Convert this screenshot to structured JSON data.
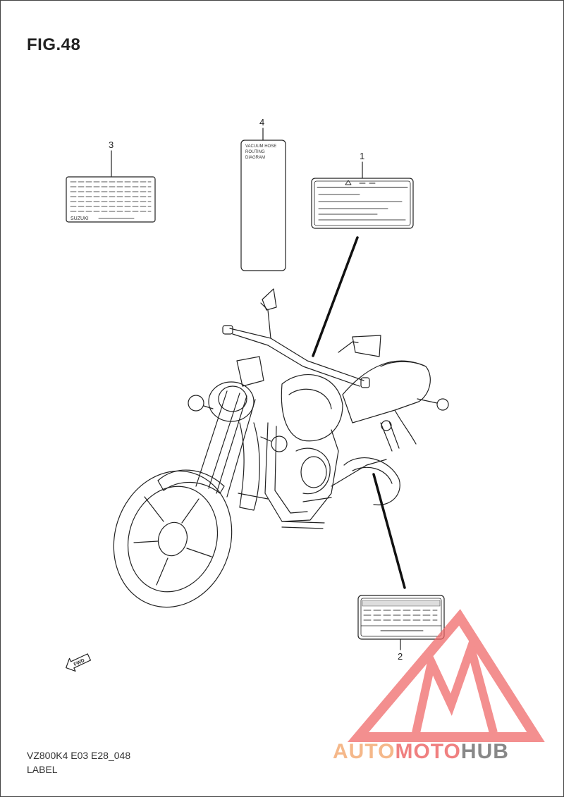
{
  "figure": {
    "title": "FIG.48",
    "model_code": "VZ800K4 E03 E28_048",
    "caption": "LABEL"
  },
  "callouts": [
    "1",
    "2",
    "3",
    "4"
  ],
  "label_3": {
    "brand_text": "SUZUKI"
  },
  "label_4": {
    "text_lines": [
      "VACUUM HOSE",
      "ROUTING",
      "DIAGRAM"
    ]
  },
  "direction_marker": {
    "text": "FWD"
  },
  "watermark": {
    "part1": "AUTO",
    "part2": "MOTO",
    "part3": "HUB",
    "colors": {
      "auto": "#f5b88a",
      "moto": "#f08080",
      "hub": "#888888",
      "triangle": "#f06a6a"
    }
  }
}
